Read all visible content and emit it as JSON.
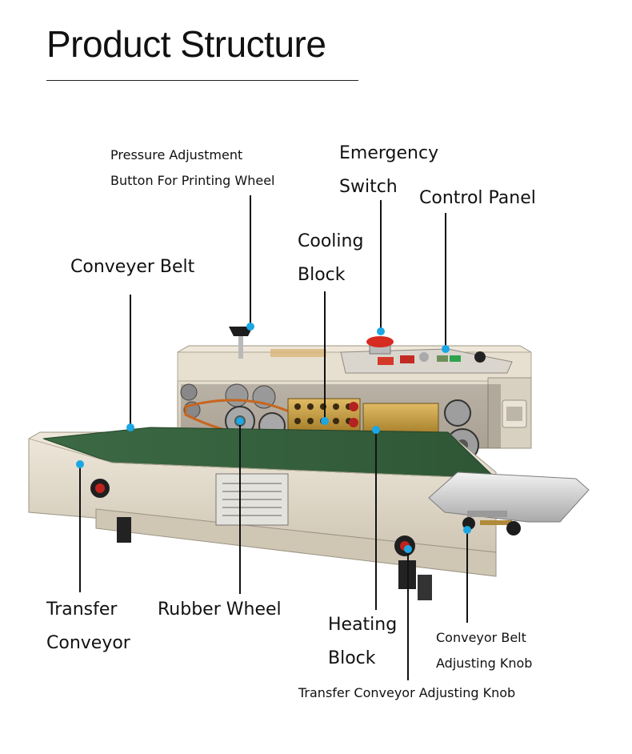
{
  "title": "Product Structure",
  "colors": {
    "accent": "#1ba7e4",
    "leader": "#111111"
  },
  "labels": {
    "pressure_adjustment": [
      "Pressure Adjustment",
      "Button For Printing Wheel"
    ],
    "emergency_switch": [
      "Emergency",
      "Switch"
    ],
    "control_panel": [
      "Control Panel"
    ],
    "cooling_block": [
      "Cooling",
      "Block"
    ],
    "conveyer_belt": [
      "Conveyer Belt"
    ],
    "transfer_conveyor": [
      "Transfer",
      "Conveyor"
    ],
    "rubber_wheel": [
      "Rubber Wheel"
    ],
    "heating_block": [
      "Heating",
      "Block"
    ],
    "conveyor_belt_knob": [
      "Conveyor Belt",
      "Adjusting Knob"
    ],
    "transfer_conveyor_knob": [
      "Transfer Conveyor Adjusting Knob"
    ]
  }
}
